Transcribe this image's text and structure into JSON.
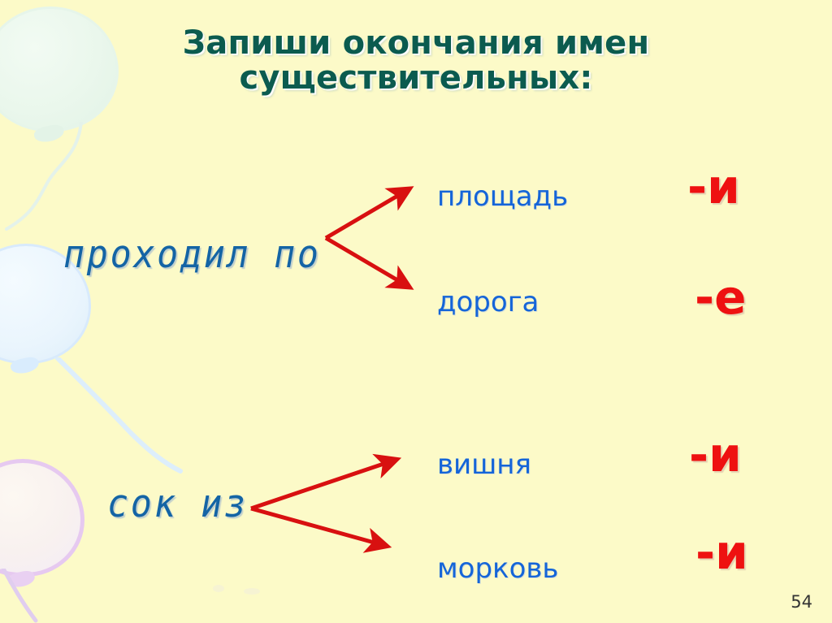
{
  "slide": {
    "background_color": "#fcfac8",
    "title": "Запиши окончания имен\nсуществительных:",
    "title_color": "#0b5b4f",
    "number": "54"
  },
  "groups": [
    {
      "phrase": "проходил по",
      "phrase_color": "#1464a5",
      "items": [
        {
          "noun": "площадь",
          "ending": "-и",
          "noun_color": "#1565d8",
          "ending_color": "#ee1111"
        },
        {
          "noun": "дорога",
          "ending": "-е",
          "noun_color": "#1565d8",
          "ending_color": "#ee1111"
        }
      ]
    },
    {
      "phrase": "сок из",
      "phrase_color": "#1464a5",
      "items": [
        {
          "noun": "вишня",
          "ending": "-и",
          "noun_color": "#1565d8",
          "ending_color": "#ee1111"
        },
        {
          "noun": "морковь",
          "ending": "-и",
          "noun_color": "#1565d8",
          "ending_color": "#ee1111"
        }
      ]
    }
  ],
  "decorations": {
    "arrow_color": "#d81010",
    "balloons": [
      {
        "name": "balloon-top-left",
        "color": "#eaf7ec"
      },
      {
        "name": "balloon-mid-left",
        "color": "#ddeefb"
      },
      {
        "name": "balloon-low-left",
        "color": "#e6c9f0"
      }
    ]
  }
}
